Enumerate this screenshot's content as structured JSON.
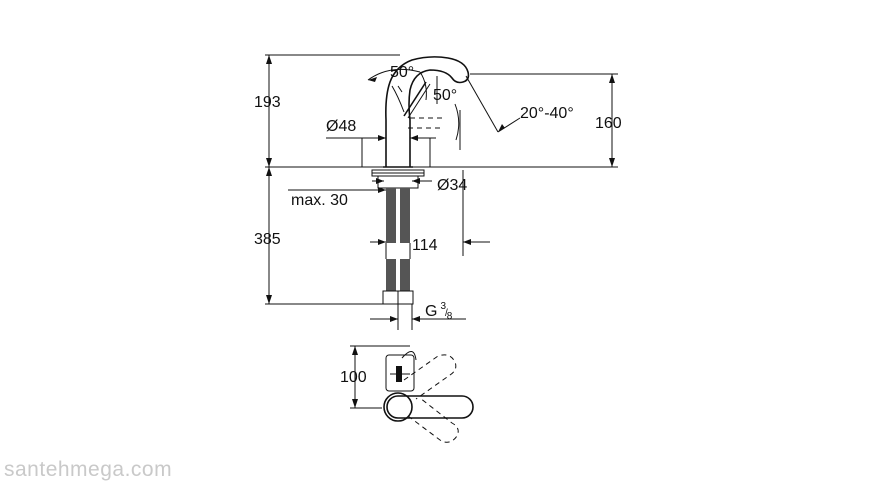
{
  "dimensions": {
    "height_total": "193",
    "lower_height": "385",
    "spout_angle": "50°",
    "lever_angle": "50°",
    "spout_swivel": "20°-40°",
    "spout_height": "160",
    "diameter_body": "Ø48",
    "diameter_hole": "Ø34",
    "max_thickness": "max. 30",
    "reach": "114",
    "connection_main": "G",
    "connection_num": "3",
    "connection_den": "8",
    "plan_depth": "100"
  },
  "watermark": "santehmega.com"
}
